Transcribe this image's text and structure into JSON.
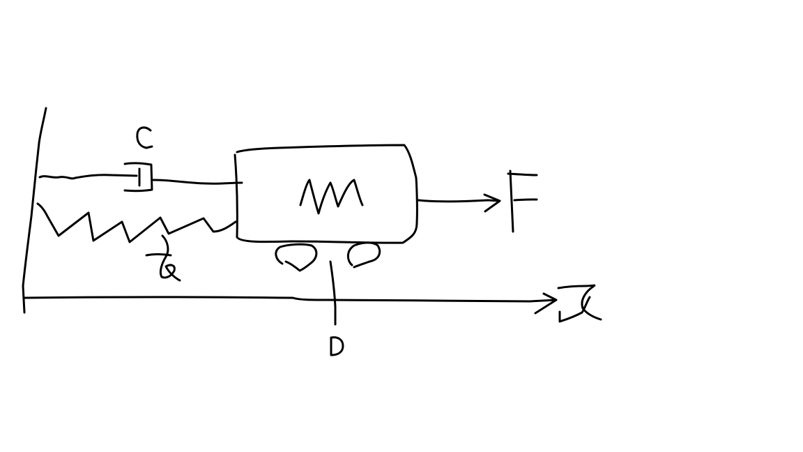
{
  "colors": {
    "background": "#ffffff",
    "ink": "#000000"
  },
  "diagram": {
    "type": "hand-drawn mass-spring-damper sketch",
    "labels": {
      "damper": "C",
      "spring": "k",
      "mass": "m",
      "force": "F",
      "friction": "D",
      "displacement": "x"
    }
  }
}
